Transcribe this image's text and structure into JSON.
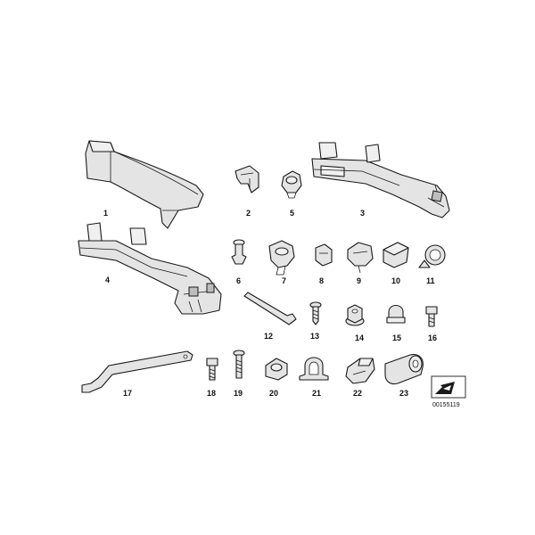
{
  "labels": [
    "1",
    "2",
    "3",
    "4",
    "5",
    "6",
    "7",
    "8",
    "9",
    "10",
    "11",
    "12",
    "13",
    "14",
    "15",
    "16",
    "17",
    "18",
    "19",
    "20",
    "21",
    "22",
    "23"
  ],
  "doc_number": "00155119"
}
